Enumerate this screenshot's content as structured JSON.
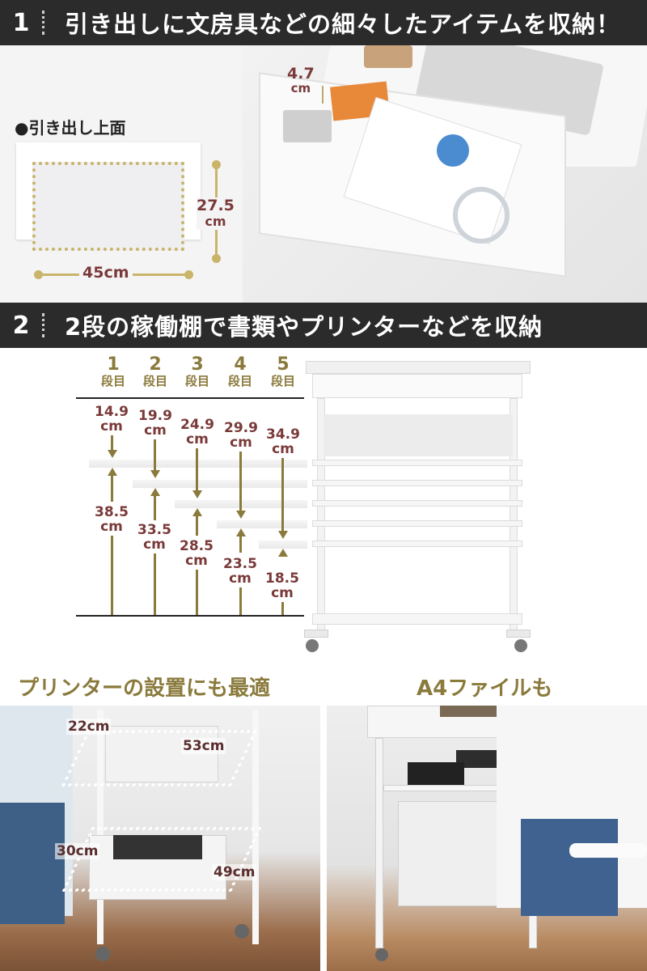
{
  "section1": {
    "number": "1",
    "title": "引き出しに文房具などの細々したアイテムを収納！",
    "drawer_label": "●引き出し上面",
    "width": "45cm",
    "depth_value": "27.5",
    "depth_unit": "cm",
    "height_value": "4.7",
    "height_unit": "cm"
  },
  "section2": {
    "number": "2",
    "title": "2段の稼働棚で書類やプリンターなどを収納",
    "levels": [
      {
        "n": "1",
        "unit": "段目",
        "top": "14.9",
        "bottom": "38.5"
      },
      {
        "n": "2",
        "unit": "段目",
        "top": "19.9",
        "bottom": "33.5"
      },
      {
        "n": "3",
        "unit": "段目",
        "top": "24.9",
        "bottom": "28.5"
      },
      {
        "n": "4",
        "unit": "段目",
        "top": "29.9",
        "bottom": "23.5"
      },
      {
        "n": "5",
        "unit": "段目",
        "top": "34.9",
        "bottom": "18.5"
      }
    ],
    "cm": "cm"
  },
  "section3": {
    "left_caption": "プリンターの設置にも最適",
    "right_caption": "A4ファイルも",
    "dims": {
      "a": "22cm",
      "b": "53cm",
      "c": "30cm",
      "d": "49cm"
    }
  },
  "colors": {
    "gold": "#8a7a3c",
    "maroon": "#7a3a3a",
    "banner": "#2b2b2b"
  }
}
